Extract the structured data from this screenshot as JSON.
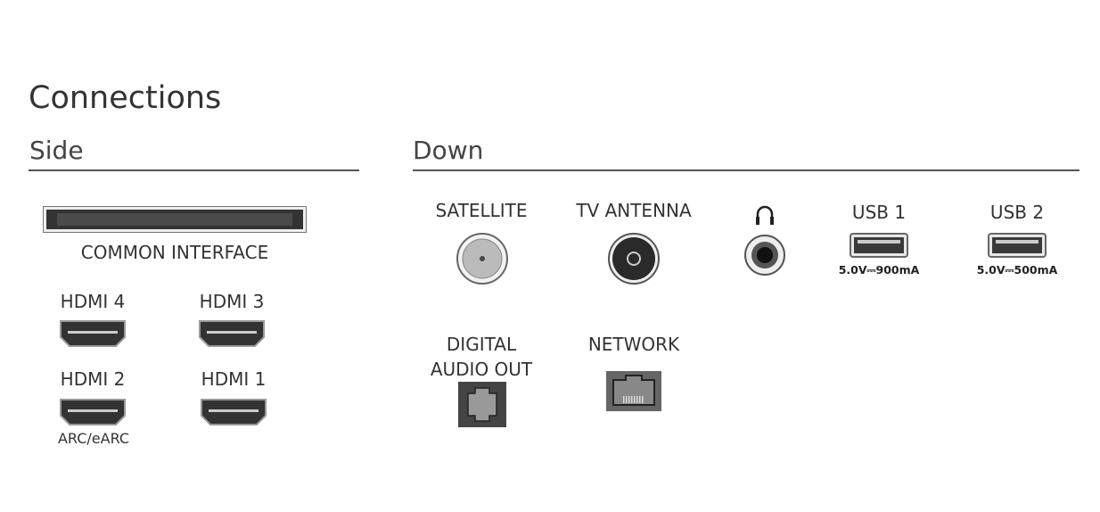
{
  "title": "Connections",
  "side": {
    "heading": "Side",
    "common_interface": "COMMON INTERFACE",
    "hdmi4": "HDMI 4",
    "hdmi3": "HDMI 3",
    "hdmi2": "HDMI 2",
    "hdmi1": "HDMI 1",
    "hdmi2_note": "ARC/eARC"
  },
  "down": {
    "heading": "Down",
    "satellite": "SATELLITE",
    "tv_antenna": "TV ANTENNA",
    "usb1": "USB 1",
    "usb1_spec": "5.0V⎓900mA",
    "usb2": "USB 2",
    "usb2_spec": "5.0V⎓500mA",
    "digital_audio_line1": "DIGITAL",
    "digital_audio_line2": "AUDIO OUT",
    "network": "NETWORK"
  }
}
